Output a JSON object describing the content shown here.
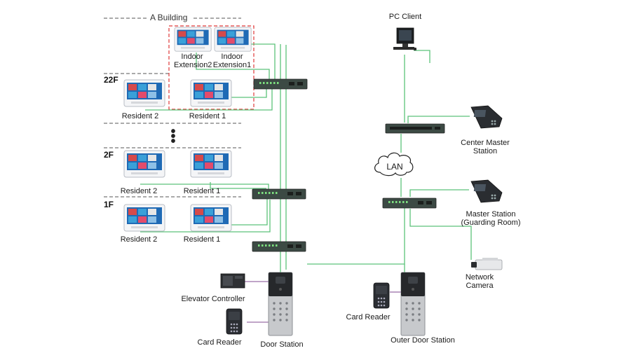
{
  "building": {
    "title": "A Building"
  },
  "floors": {
    "f22": "22F",
    "f2": "2F",
    "f1": "1F",
    "ellipsis": "•\n•\n•"
  },
  "devices": {
    "indoor_ext2": "Indoor\nExtension2",
    "indoor_ext1": "Indoor\nExtension1",
    "f22_res2": "Resident 2",
    "f22_res1": "Resident 1",
    "f2_res2": "Resident 2",
    "f2_res1": "Resident 1",
    "f1_res2": "Resident 2",
    "f1_res1": "Resident 1",
    "elevator_controller": "Elevator Controller",
    "card_reader_left": "Card Reader",
    "door_station": "Door Station",
    "card_reader_right": "Card Reader",
    "outer_door_station": "Outer Door Station",
    "pc_client": "PC Client",
    "center_master": "Center Master\nStation",
    "master_station": "Master Station\n(Guarding Room)",
    "network_camera": "Network\nCamera",
    "lan": "LAN"
  },
  "colors": {
    "link": "#5cc27a",
    "door_link": "#9b6fa8",
    "highlight": "#e03a3a",
    "divider": "#555555"
  }
}
